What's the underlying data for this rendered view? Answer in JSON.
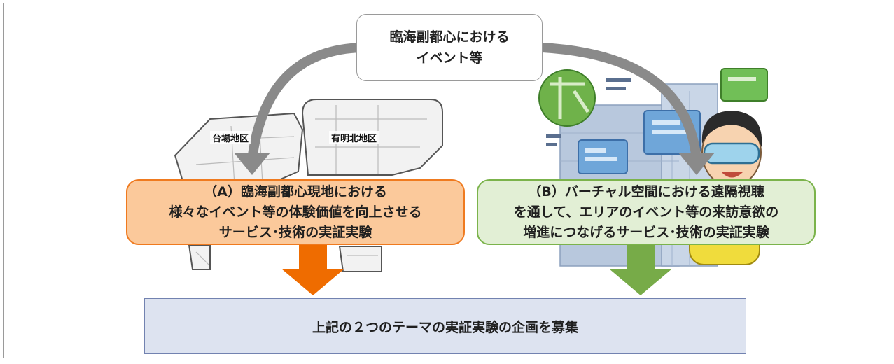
{
  "top_box": {
    "line1": "臨海副都心における",
    "line2": "イベント等"
  },
  "map": {
    "district_daiba": "台場地区",
    "district_ariake": "有明北地区"
  },
  "theme_a": {
    "line1": "（A）臨海副都心現地における",
    "line2": "様々なイベント等の体験価値を向上させる",
    "line3": "サービス･技術の実証実験"
  },
  "theme_b": {
    "line1": "（B）バーチャル空間における遠隔視聴",
    "line2": "を通して、エリアのイベント等の来訪意欲の",
    "line3": "増進につなげるサービス･技術の実証実験"
  },
  "bottom_box": {
    "text": "上記の２つのテーマの実証実験の企画を募集"
  },
  "colors": {
    "orange": "#ef7a1f",
    "orange_fill": "#fbc99b",
    "green": "#7bb34b",
    "green_fill": "#e2efd5",
    "blue_fill": "#dde3f0",
    "gray_arrow": "#8a8a8a"
  }
}
